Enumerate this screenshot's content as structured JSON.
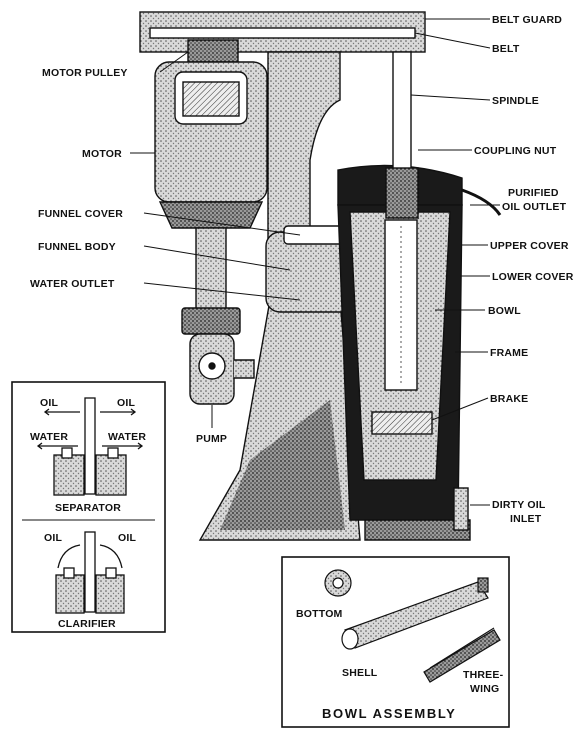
{
  "callouts": {
    "belt_guard": "BELT GUARD",
    "belt": "BELT",
    "motor_pulley": "MOTOR PULLEY",
    "spindle": "SPINDLE",
    "motor": "MOTOR",
    "coupling_nut": "COUPLING NUT",
    "purified_oil_outlet_line1": "PURIFIED",
    "purified_oil_outlet_line2": "OIL OUTLET",
    "funnel_cover": "FUNNEL COVER",
    "upper_cover": "UPPER COVER",
    "funnel_body": "FUNNEL BODY",
    "lower_cover": "LOWER COVER",
    "water_outlet": "WATER OUTLET",
    "bowl": "BOWL",
    "frame": "FRAME",
    "brake": "BRAKE",
    "pump": "PUMP",
    "dirty_oil_inlet_line1": "DIRTY OIL",
    "dirty_oil_inlet_line2": "INLET"
  },
  "inset_left": {
    "oil_left": "OIL",
    "oil_right": "OIL",
    "water_left": "WATER",
    "water_right": "WATER",
    "separator": "SEPARATOR",
    "clar_oil_left": "OIL",
    "clar_oil_right": "OIL",
    "clarifier": "CLARIFIER"
  },
  "bowl_assembly": {
    "title": "BOWL ASSEMBLY",
    "bottom": "BOTTOM",
    "shell": "SHELL",
    "three_wing_line1": "THREE-",
    "three_wing_line2": "WING"
  },
  "colors": {
    "ink": "#111111",
    "paper": "#ffffff",
    "stipple": "#8a8a8a",
    "dark_fill": "#1a1a1a"
  }
}
